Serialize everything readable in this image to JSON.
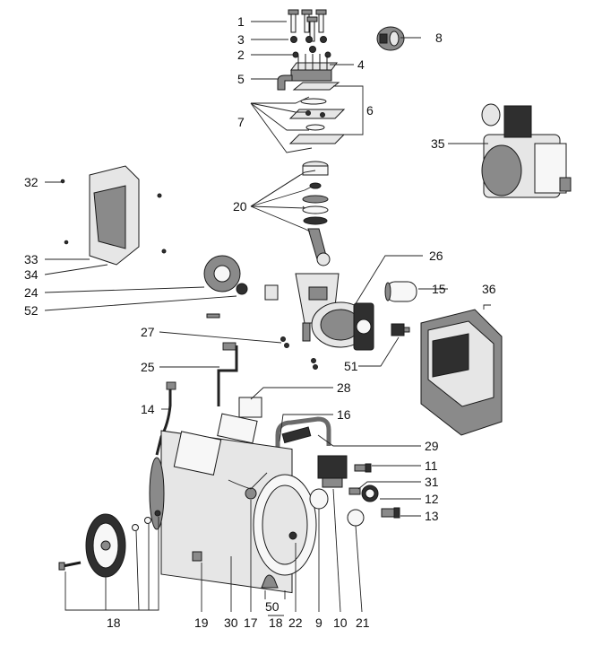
{
  "callouts": [
    {
      "id": "1"
    },
    {
      "id": "3"
    },
    {
      "id": "2"
    },
    {
      "id": "4"
    },
    {
      "id": "5"
    },
    {
      "id": "6"
    },
    {
      "id": "7"
    },
    {
      "id": "8"
    },
    {
      "id": "35"
    },
    {
      "id": "32"
    },
    {
      "id": "20"
    },
    {
      "id": "26"
    },
    {
      "id": "33"
    },
    {
      "id": "34"
    },
    {
      "id": "24"
    },
    {
      "id": "15"
    },
    {
      "id": "36"
    },
    {
      "id": "52"
    },
    {
      "id": "27"
    },
    {
      "id": "51"
    },
    {
      "id": "25"
    },
    {
      "id": "28"
    },
    {
      "id": "14"
    },
    {
      "id": "16"
    },
    {
      "id": "29"
    },
    {
      "id": "11"
    },
    {
      "id": "31"
    },
    {
      "id": "12"
    },
    {
      "id": "13"
    },
    {
      "id": "18"
    },
    {
      "id": "19"
    },
    {
      "id": "30"
    },
    {
      "id": "17"
    },
    {
      "id": "50"
    },
    {
      "id": "18b",
      "text": "18"
    },
    {
      "id": "22"
    },
    {
      "id": "9"
    },
    {
      "id": "10"
    },
    {
      "id": "21"
    }
  ],
  "labels": {
    "l1": "1",
    "l3": "3",
    "l2": "2",
    "l4": "4",
    "l5": "5",
    "l6": "6",
    "l7": "7",
    "l8": "8",
    "l35": "35",
    "l32": "32",
    "l20": "20",
    "l26": "26",
    "l33": "33",
    "l34": "34",
    "l24": "24",
    "l15": "15",
    "l36": "36",
    "l52": "52",
    "l27": "27",
    "l51": "51",
    "l25": "25",
    "l28": "28",
    "l14": "14",
    "l16": "16",
    "l29": "29",
    "l11": "11",
    "l31": "31",
    "l12": "12",
    "l13": "13",
    "l18": "18",
    "l19": "19",
    "l30": "30",
    "l17": "17",
    "l50": "50",
    "l18b": "18",
    "l22": "22",
    "l9": "9",
    "l10": "10",
    "l21": "21"
  },
  "colors": {
    "line": "#222222",
    "part_dark": "#2f2f2f",
    "part_mid": "#8a8a8a",
    "part_light": "#e6e6e6"
  }
}
